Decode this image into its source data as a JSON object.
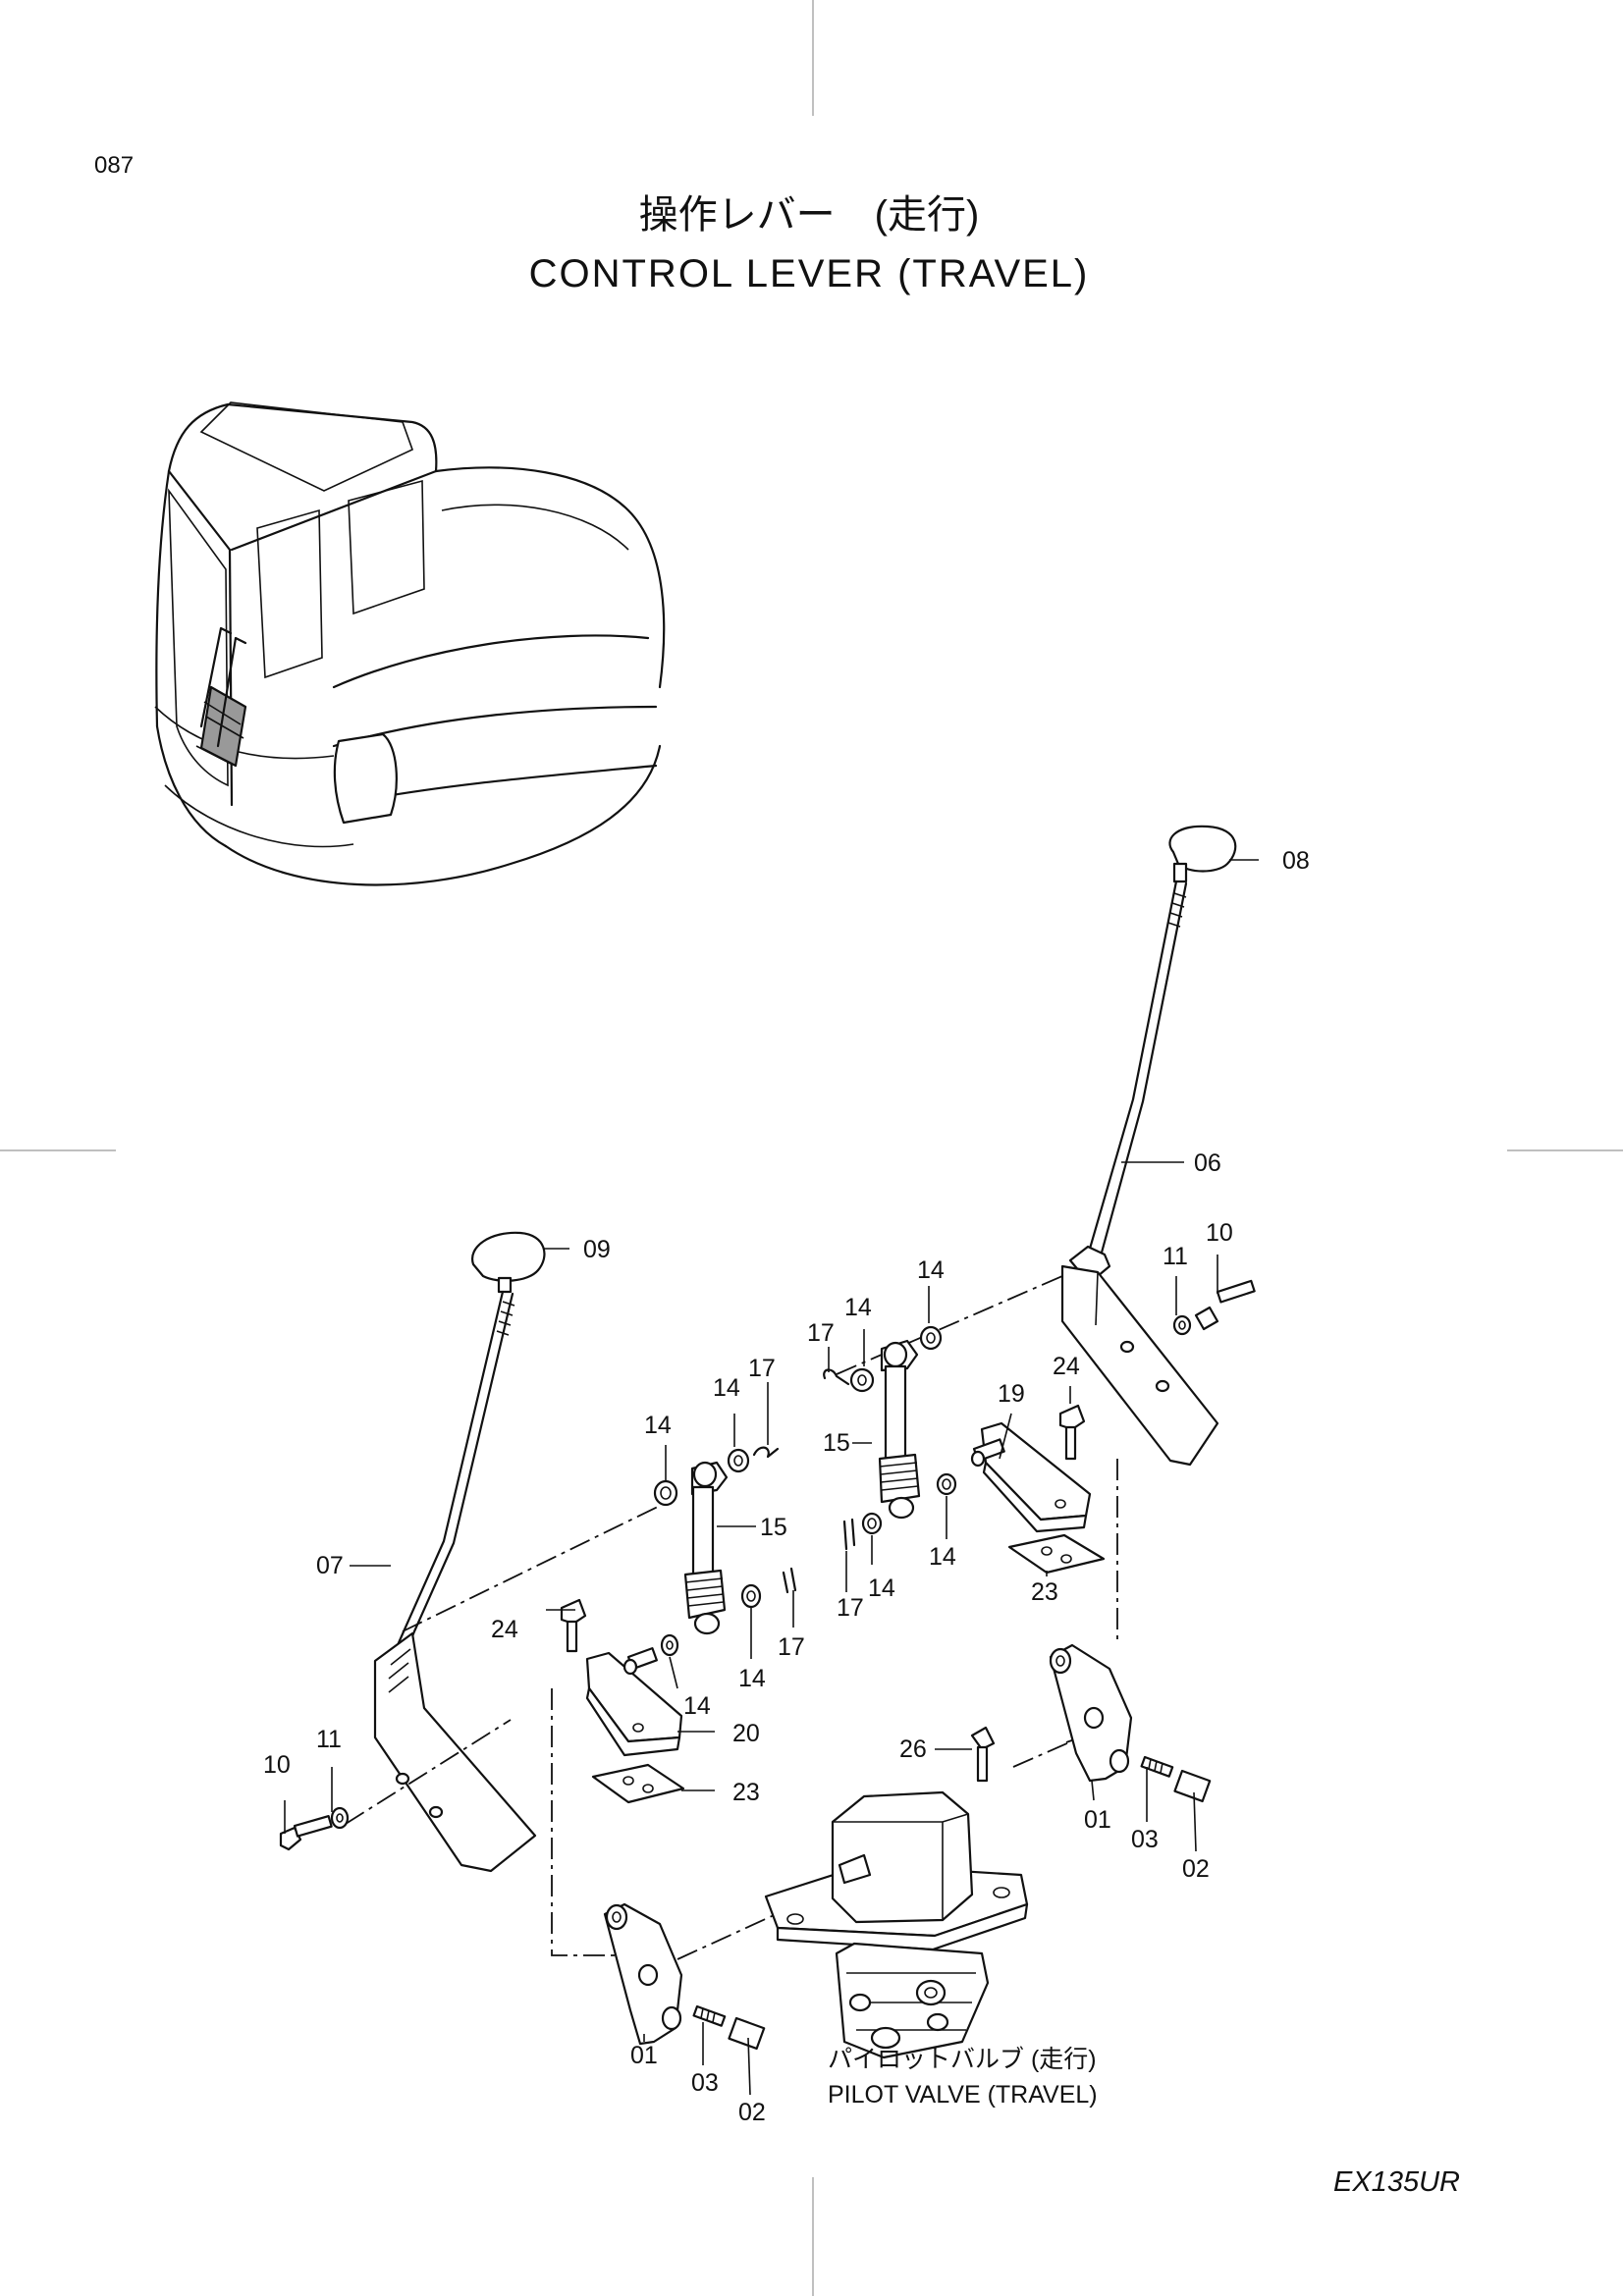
{
  "page": {
    "number": "087",
    "title_jp": "操作レバー　(走行)",
    "title_en": "CONTROL  LEVER  (TRAVEL)",
    "model": "EX135UR"
  },
  "caption": {
    "jp": "パイロットバルブ (走行)",
    "en": "PILOT  VALVE  (TRAVEL)"
  },
  "callouts": {
    "c01a": "01",
    "c01b": "01",
    "c02a": "02",
    "c02b": "02",
    "c03a": "03",
    "c03b": "03",
    "c06": "06",
    "c07": "07",
    "c08": "08",
    "c09": "09",
    "c10a": "10",
    "c10b": "10",
    "c11a": "11",
    "c11b": "11",
    "c14a": "14",
    "c14b": "14",
    "c14c": "14",
    "c14d": "14",
    "c14e": "14",
    "c14f": "14",
    "c14g": "14",
    "c14h": "14",
    "c15a": "15",
    "c15b": "15",
    "c17a": "17",
    "c17b": "17",
    "c17c": "17",
    "c17d": "17",
    "c19": "19",
    "c20": "20",
    "c23a": "23",
    "c23b": "23",
    "c24a": "24",
    "c24b": "24",
    "c26": "26"
  }
}
